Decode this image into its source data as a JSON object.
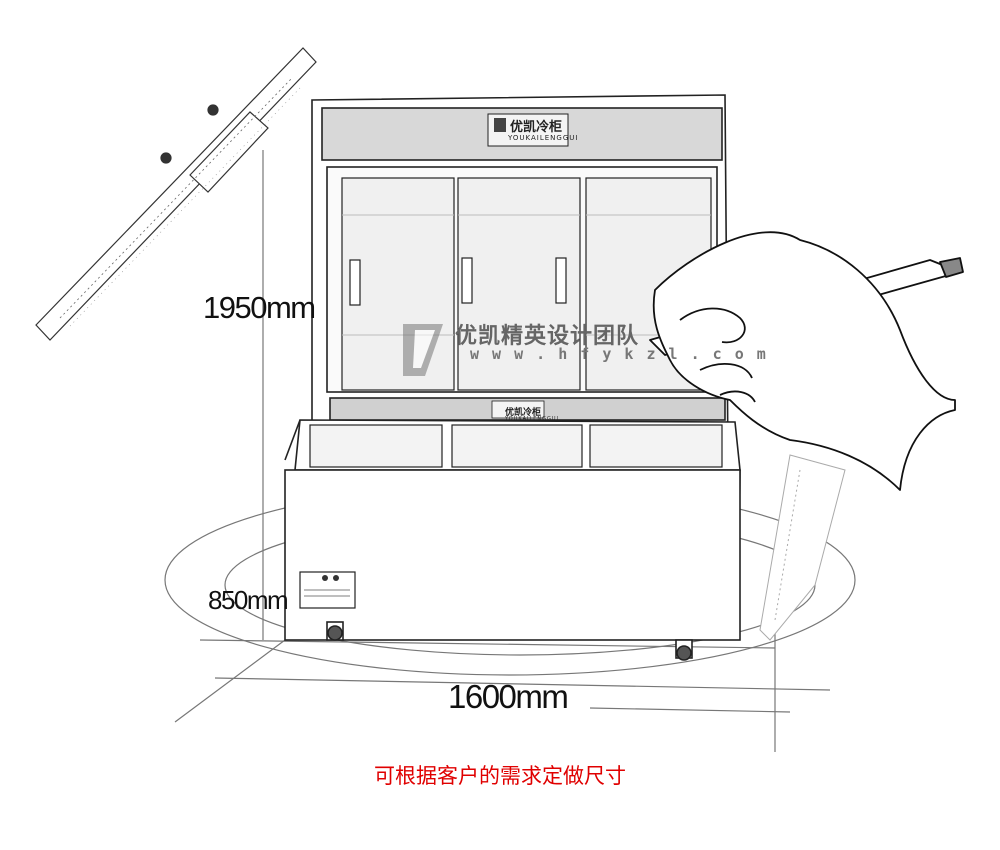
{
  "dimensions": {
    "height": "1950mm",
    "base_height": "850mm",
    "width": "1600mm"
  },
  "caption": "可根据客户的需求定做尺寸",
  "watermark": {
    "name": "优凯精英设计团队",
    "url": "w w w . h f y k z l . c o m"
  },
  "brand": {
    "name": "优凯冷柜",
    "romanized": "YOUKAILENGGUI"
  },
  "colors": {
    "caption": "#e00000",
    "sketch": "#222222",
    "watermark": "#777777"
  }
}
